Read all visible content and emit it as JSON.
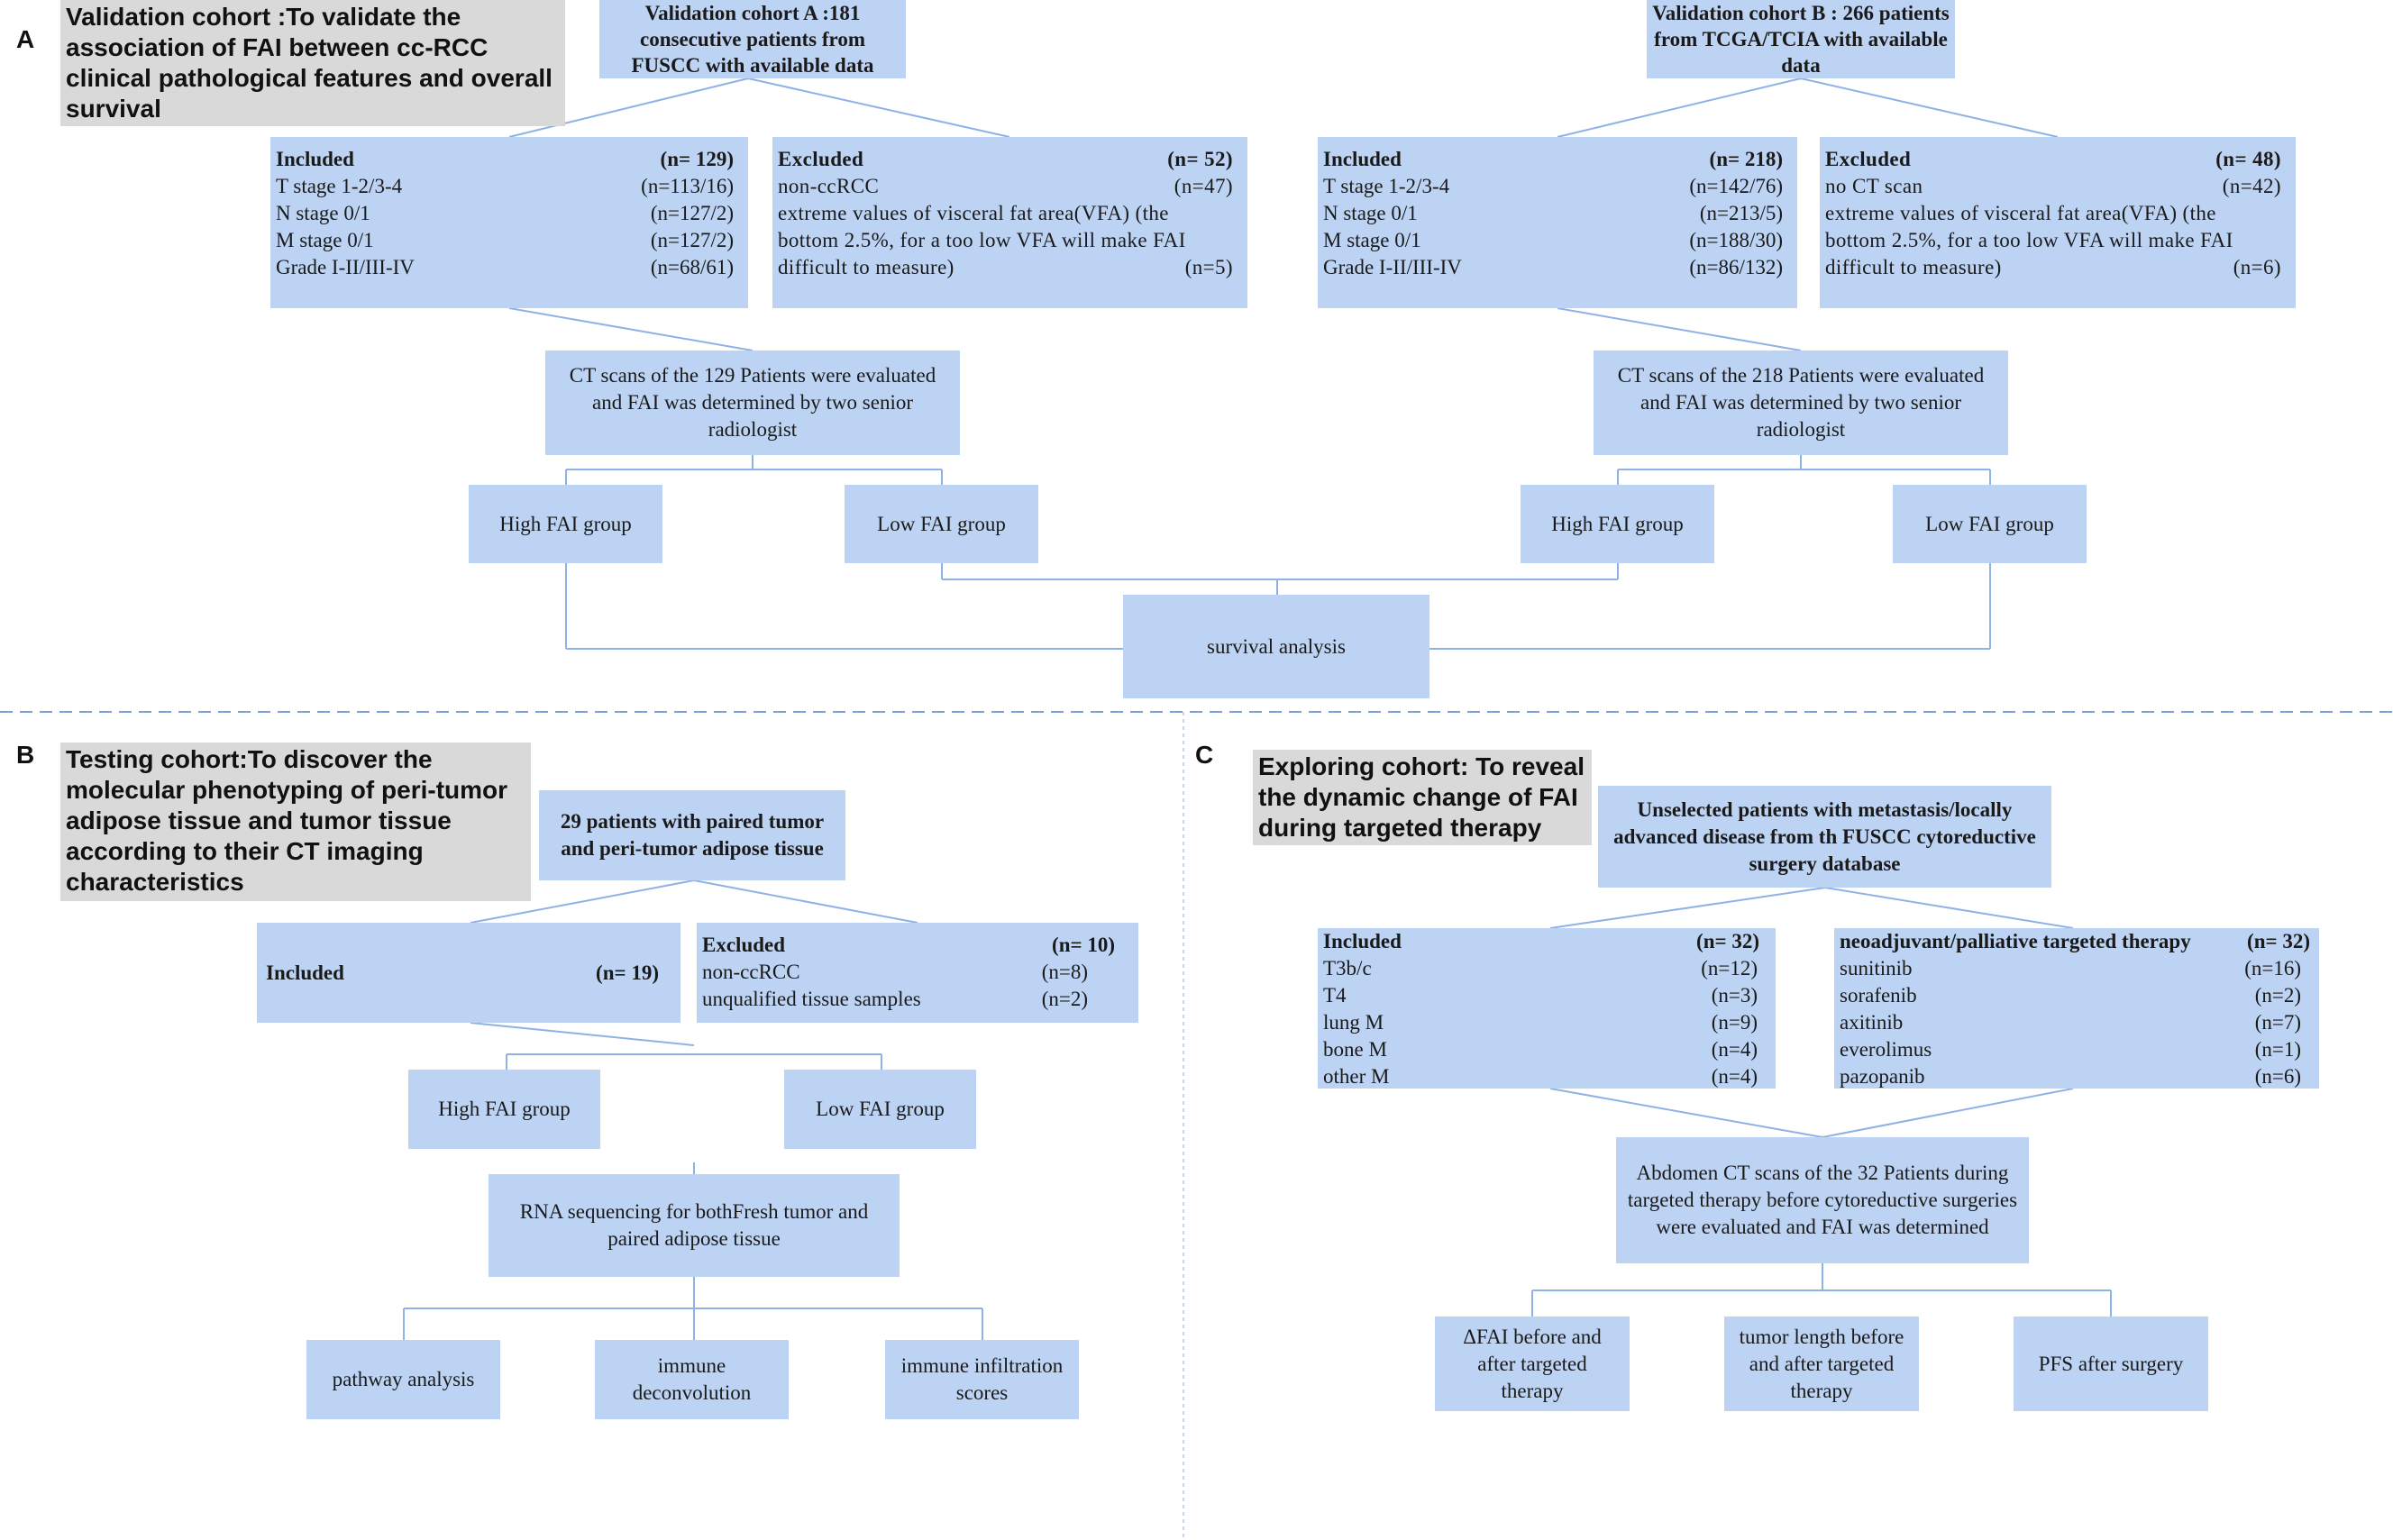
{
  "panels": {
    "a": "A",
    "b": "B",
    "c": "C"
  },
  "a": {
    "heading": "Validation cohort :To validate the association of FAI between cc-RCC clinical pathological features and overall survival",
    "cohort_a": {
      "title": "Validation cohort A :181 consecutive patients from FUSCC with available data",
      "included": {
        "header": [
          "Included",
          "(n= 129)"
        ],
        "rows": [
          [
            "T stage 1-2/3-4",
            "(n=113/16)"
          ],
          [
            "N stage 0/1",
            "(n=127/2)"
          ],
          [
            "M stage 0/1",
            "(n=127/2)"
          ],
          [
            "Grade I-II/III-IV",
            "(n=68/61)"
          ]
        ]
      },
      "excluded": {
        "header": [
          "Excluded",
          "(n= 52)"
        ],
        "line1": [
          "non-ccRCC",
          "(n=47)"
        ],
        "line2": "extreme values of visceral fat area(VFA) (the",
        "line3": "bottom 2.5%, for a too low VFA will make FAI",
        "line4": [
          "difficult to measure)",
          "(n=5)"
        ]
      },
      "ct": "CT scans of the 129 Patients were evaluated and FAI was determined by two senior radiologist",
      "high": "High FAI group",
      "low": "Low FAI group"
    },
    "cohort_b": {
      "title": "Validation cohort B : 266 patients from TCGA/TCIA with available data",
      "included": {
        "header": [
          "Included",
          "(n= 218)"
        ],
        "rows": [
          [
            "T stage 1-2/3-4",
            "(n=142/76)"
          ],
          [
            "N stage 0/1",
            "(n=213/5)"
          ],
          [
            "M stage 0/1",
            "(n=188/30)"
          ],
          [
            "Grade I-II/III-IV",
            "(n=86/132)"
          ]
        ]
      },
      "excluded": {
        "header": [
          "Excluded",
          "(n= 48)"
        ],
        "line1": [
          "no CT scan",
          "(n=42)"
        ],
        "line2": "extreme values of visceral fat area(VFA) (the",
        "line3": "bottom 2.5%, for a too low VFA will make FAI",
        "line4": [
          "difficult to measure)",
          "(n=6)"
        ]
      },
      "ct": "CT scans of the 218 Patients were evaluated and FAI was determined by two senior radiologist",
      "high": "High FAI group",
      "low": "Low FAI group"
    },
    "survival": "survival analysis"
  },
  "b": {
    "heading": "Testing cohort:To discover the molecular phenotyping of peri-tumor adipose tissue and tumor tissue according to their CT imaging characteristics",
    "top": "29 patients with paired tumor and peri-tumor adipose tissue",
    "included": [
      "Included",
      "(n= 19)"
    ],
    "excluded": {
      "header": [
        "Excluded",
        "(n= 10)"
      ],
      "rows": [
        [
          "non-ccRCC",
          "(n=8)"
        ],
        [
          "unqualified tissue samples",
          "(n=2)"
        ]
      ]
    },
    "high": "High FAI group",
    "low": "Low FAI group",
    "rna": "RNA sequencing for bothFresh tumor and paired adipose tissue",
    "out1": "pathway analysis",
    "out2": "immune deconvolution",
    "out3": "immune infiltration scores"
  },
  "c": {
    "heading": "Exploring cohort: To reveal the dynamic change of FAI during targeted therapy",
    "top": "Unselected patients with metastasis/locally advanced disease from th FUSCC cytoreductive surgery database",
    "included": {
      "header": [
        "Included",
        "(n= 32)"
      ],
      "rows": [
        [
          "T3b/c",
          "(n=12)"
        ],
        [
          "T4",
          "(n=3)"
        ],
        [
          "lung M",
          "(n=9)"
        ],
        [
          "bone M",
          "(n=4)"
        ],
        [
          "other M",
          "(n=4)"
        ]
      ]
    },
    "therapy": {
      "header": [
        "neoadjuvant/palliative targeted therapy",
        "(n= 32)"
      ],
      "rows": [
        [
          "sunitinib",
          "(n=16)"
        ],
        [
          "sorafenib",
          "(n=2)"
        ],
        [
          "axitinib",
          "(n=7)"
        ],
        [
          "everolimus",
          "(n=1)"
        ],
        [
          "pazopanib",
          "(n=6)"
        ]
      ]
    },
    "ct": "Abdomen CT scans of the 32 Patients during targeted therapy before cytoreductive surgeries were evaluated and FAI was determined",
    "out1": "ΔFAI before and after targeted therapy",
    "out2": "tumor length before and after targeted therapy",
    "out3": "PFS after surgery"
  }
}
